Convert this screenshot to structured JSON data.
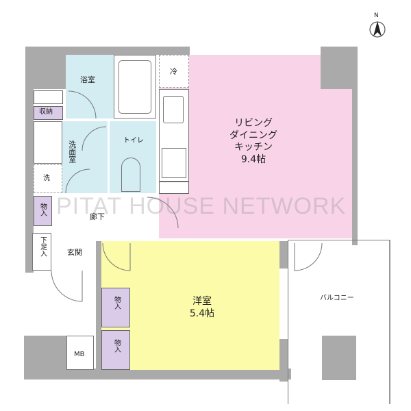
{
  "compass": {
    "label": "N"
  },
  "rooms": {
    "bath": "浴室",
    "fridge": "冷",
    "storage_top": "収納",
    "washroom": "洗面室",
    "laundry": "洗",
    "toilet": "トイレ",
    "living": "リビング\nダイニング\nキッチン\n9.4帖",
    "closet_hall": "物入",
    "hallway": "廊下",
    "shoe_storage": "下足入",
    "entrance": "玄関",
    "western_room": "洋室\n5.4帖",
    "closet_1": "物入",
    "closet_2": "物入",
    "meter_box": "MB",
    "balcony": "バルコニー"
  },
  "watermark": "PITAT HOUSE NETWORK",
  "colors": {
    "living": "#f9d4e9",
    "wet": "#d3edf3",
    "western": "#fbfbaa",
    "storage": "#dacbe8",
    "wall": "#aaaaaa"
  }
}
